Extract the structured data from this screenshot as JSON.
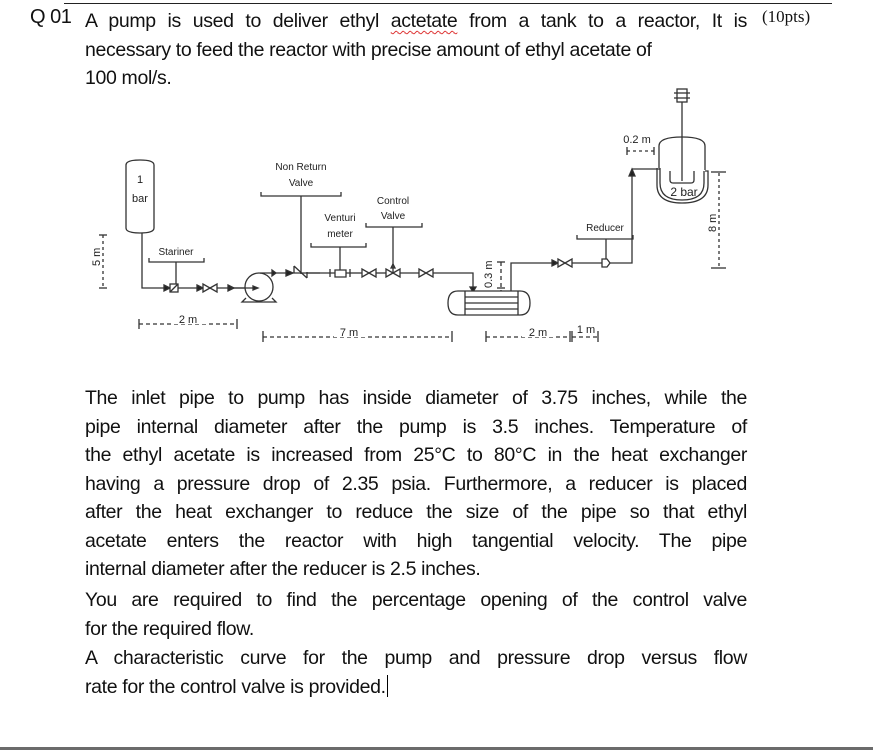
{
  "question": {
    "number": "Q 01",
    "points": "(10pts)",
    "intro_lines": [
      {
        "before": "A pump is used to deliver ethyl ",
        "misspelled": "actetate",
        "after": " from a tank to a reactor, It is"
      },
      {
        "text": "necessary to feed the reactor with precise amount of ethyl acetate of"
      },
      {
        "text": "100 mol/s."
      }
    ],
    "body_lines": [
      "The inlet pipe to pump has inside diameter of 3.75 inches, while the",
      "pipe internal diameter after the pump is 3.5 inches. Temperature of",
      "the ethyl acetate is increased from 25°C to 80°C in the heat exchanger",
      "having a pressure drop of 2.35 psia.  Furthermore, a reducer is placed",
      "after the heat exchanger to reduce the size of the pipe so that ethyl",
      "acetate enters the reactor with high tangential velocity. The pipe",
      "internal diameter after the reducer is 2.5 inches."
    ],
    "task_lines": [
      "You are required to find the percentage opening of the control valve",
      "for the required flow."
    ],
    "final_lines": [
      "A characteristic curve for the pump and pressure drop versus flow",
      "rate for the control valve is provided."
    ]
  },
  "diagram": {
    "tank_label_1": "1",
    "tank_label_2": "bar",
    "strainer_label": "Stariner",
    "nrv_label_1": "Non Return",
    "nrv_label_2": "Valve",
    "venturi_label_1": "Venturi",
    "venturi_label_2": "meter",
    "control_valve_label_1": "Control",
    "control_valve_label_2": "Valve",
    "reducer_label": "Reducer",
    "reactor_pressure": "2 bar",
    "dim_tank_height": "5 m",
    "dim_hx_height": "0.3 m",
    "dim_reactor_height": "8 m",
    "dim_reactor_offset": "0.2 m",
    "dim_suction": "2 m",
    "dim_discharge": "7 m",
    "dim_after_hx": "2 m",
    "dim_to_reactor": "1 m",
    "colors": {
      "line": "#333333",
      "reactor_text": "#444444"
    }
  }
}
